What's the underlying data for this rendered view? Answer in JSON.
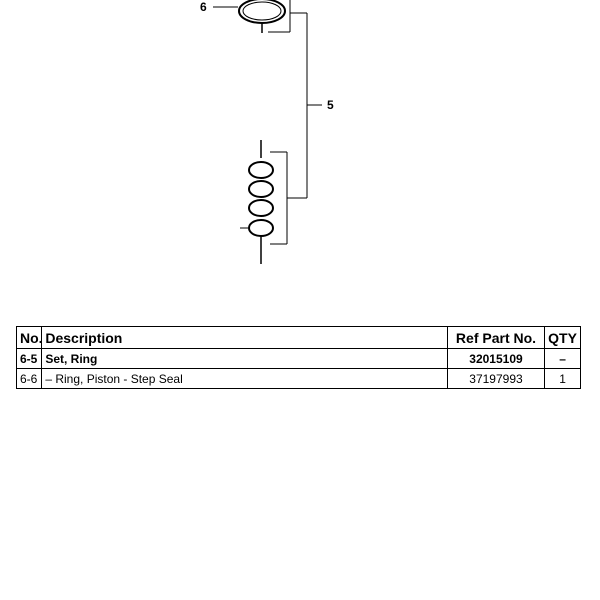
{
  "diagram": {
    "callouts": [
      {
        "id": "6",
        "label": "6"
      },
      {
        "id": "5",
        "label": "5"
      }
    ]
  },
  "table": {
    "headers": {
      "no": "No.",
      "description": "Description",
      "ref": "Ref Part No.",
      "qty": "QTY"
    },
    "rows": [
      {
        "no": "6-5",
        "description": "Set, Ring",
        "ref": "32015109",
        "qty": "–",
        "bold": true
      },
      {
        "no": "6-6",
        "description": "– Ring, Piston - Step Seal",
        "ref": "37197993",
        "qty": "1",
        "bold": false
      }
    ]
  }
}
